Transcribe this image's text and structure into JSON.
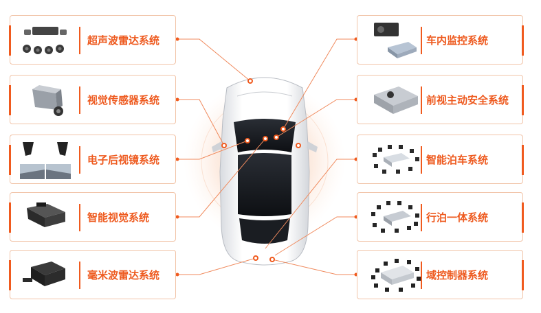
{
  "left_systems": [
    {
      "label": "超声波雷达系统",
      "icon": "ultrasonic-radar-icon"
    },
    {
      "label": "视觉传感器系统",
      "icon": "camera-sensor-icon"
    },
    {
      "label": "电子后视镜系统",
      "icon": "e-mirror-icon"
    },
    {
      "label": "智能视觉系统",
      "icon": "smart-vision-icon"
    },
    {
      "label": "毫米波雷达系统",
      "icon": "mmwave-radar-icon"
    }
  ],
  "right_systems": [
    {
      "label": "车内监控系统",
      "icon": "cabin-monitor-icon"
    },
    {
      "label": "前视主动安全系统",
      "icon": "front-view-safety-icon"
    },
    {
      "label": "智能泊车系统",
      "icon": "smart-parking-icon"
    },
    {
      "label": "行泊一体系统",
      "icon": "driving-parking-icon"
    },
    {
      "label": "域控制器系统",
      "icon": "domain-controller-icon"
    }
  ],
  "colors": {
    "accent": "#f05a1e",
    "border": "#f1c3a7",
    "glow": "#f7c8a8"
  }
}
